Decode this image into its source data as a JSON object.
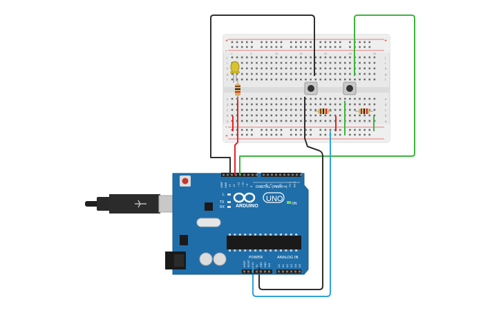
{
  "board": {
    "brand": "ARDUINO",
    "model": "UNO",
    "digital_label": "DIGITAL (PWM~)",
    "power_label": "POWER",
    "analog_label": "ANALOG IN",
    "on_label": "ON",
    "tx_label": "TX",
    "rx_label": "RX",
    "l_label": "L",
    "aref_label": "AREF",
    "gnd_label": "GND",
    "digital_pins": [
      "13",
      "12",
      "~11",
      "~10",
      "~9",
      "8",
      "7",
      "~6",
      "~5",
      "4",
      "~3",
      "2",
      "TX 1",
      "RX 0"
    ],
    "power_pins": [
      "IOREF",
      "RESET",
      "3.3V",
      "5V",
      "GND",
      "GND",
      "VIN"
    ],
    "analog_pins": [
      "A0",
      "A1",
      "A2",
      "A3",
      "A4",
      "A5"
    ]
  },
  "breadboard": {
    "row_letters_top": [
      "j",
      "i",
      "h",
      "g",
      "f"
    ],
    "row_letters_bottom": [
      "e",
      "d",
      "c",
      "b",
      "a"
    ],
    "column_numbers": [
      "1",
      "5",
      "10",
      "15",
      "20",
      "25",
      "30"
    ],
    "rail_plus": "+",
    "rail_minus": "-"
  },
  "wire_colors": {
    "black": "#2e2e2e",
    "red": "#e52222",
    "green": "#3cb43c",
    "blue": "#2fa3d6"
  },
  "board_color": "#1f6ea9",
  "led_color": "#d8c22f"
}
